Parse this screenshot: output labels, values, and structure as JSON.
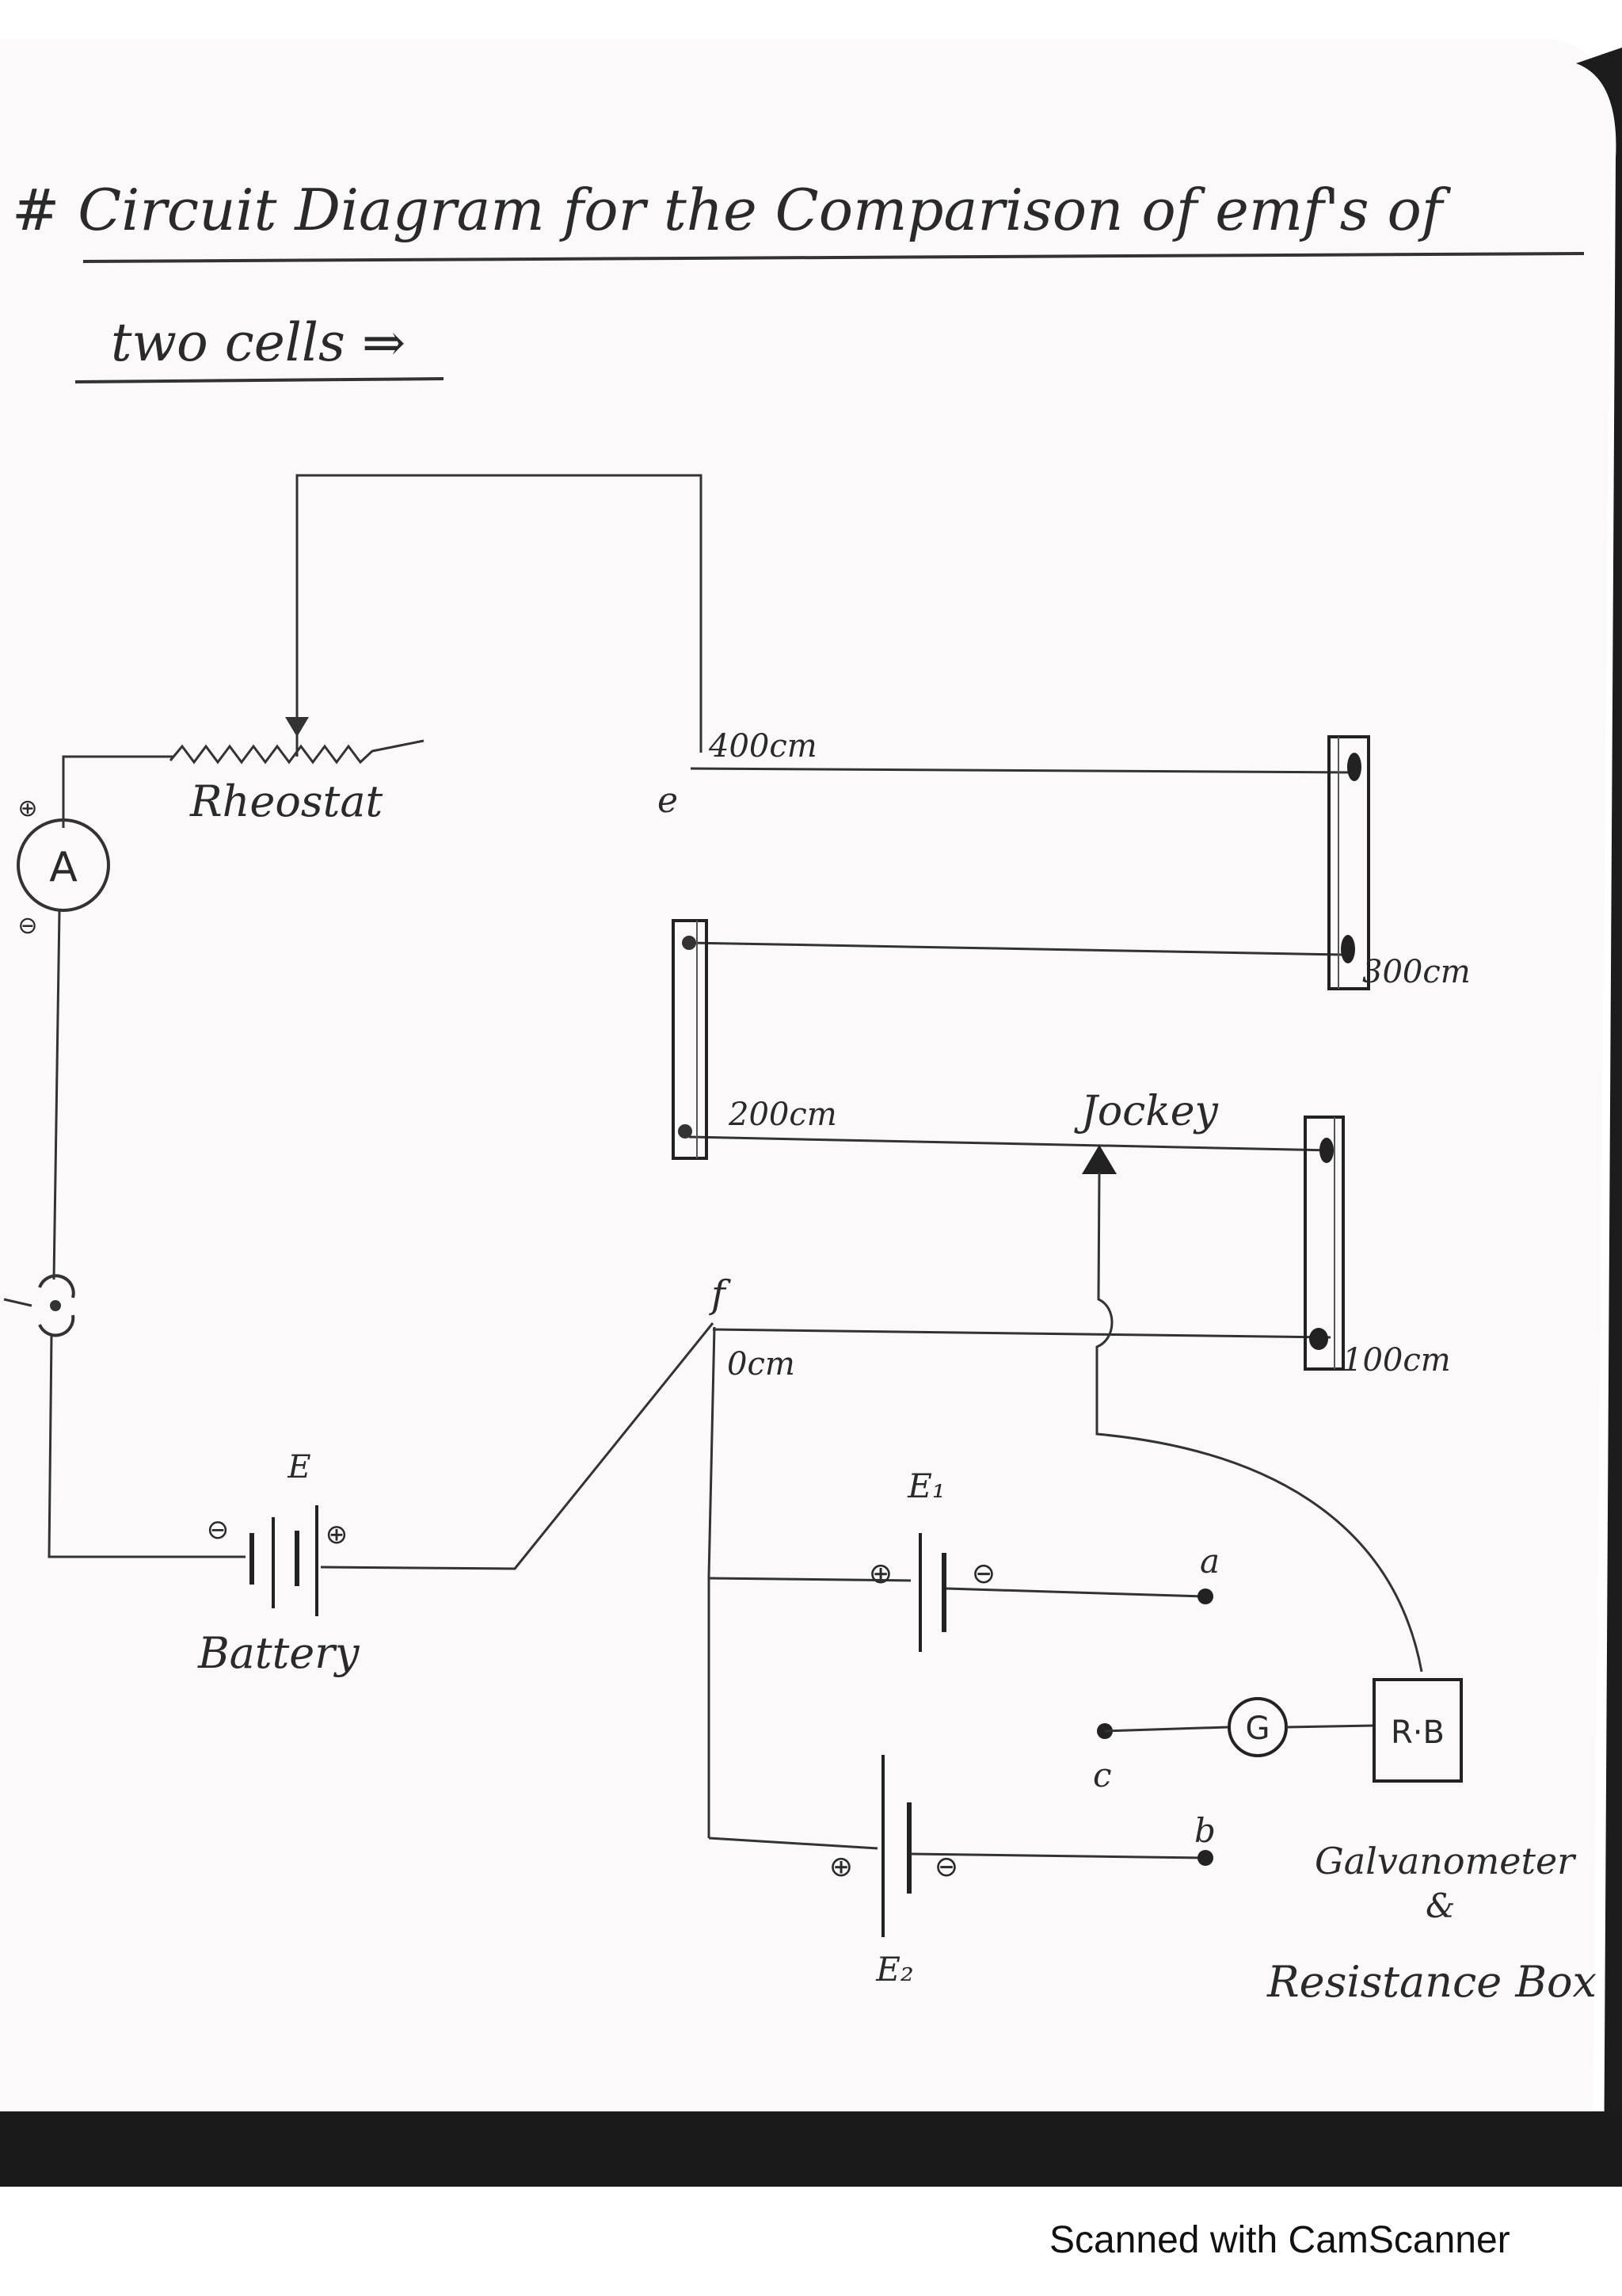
{
  "title": {
    "line1": "# Circuit Diagram for the Comparison of emf's of",
    "line2": "two cells ⇒"
  },
  "labels": {
    "rheostat": "Rheostat",
    "ammeter": "A",
    "ammeter_pos": "⊕",
    "ammeter_neg": "⊖",
    "point_e": "e",
    "cm_400": "400cm",
    "cm_300": "300cm",
    "cm_200": "200cm",
    "cm_100": "100cm",
    "cm_0": "0cm",
    "jockey": "Jockey",
    "point_f": "f",
    "battery_E": "E",
    "battery_neg": "⊖",
    "battery_pos": "⊕",
    "battery": "Battery",
    "cell_E1": "E₁",
    "cell_E1_pos": "⊕",
    "cell_E1_neg": "⊖",
    "terminal_a": "a",
    "cell_E2": "E₂",
    "cell_E2_pos": "⊕",
    "cell_E2_neg": "⊖",
    "terminal_b": "b",
    "terminal_c": "c",
    "galvanometer": "G",
    "resistance_box": "R·B",
    "galvanometer_note_1": "Galvanometer",
    "galvanometer_note_2": "&",
    "galvanometer_note_3": "Resistance Box"
  },
  "footer": "Scanned with CamScanner",
  "colors": {
    "ink": "#2a2a2a",
    "paper": "#fbf9fa",
    "dark_edge": "#1a1a1a"
  }
}
